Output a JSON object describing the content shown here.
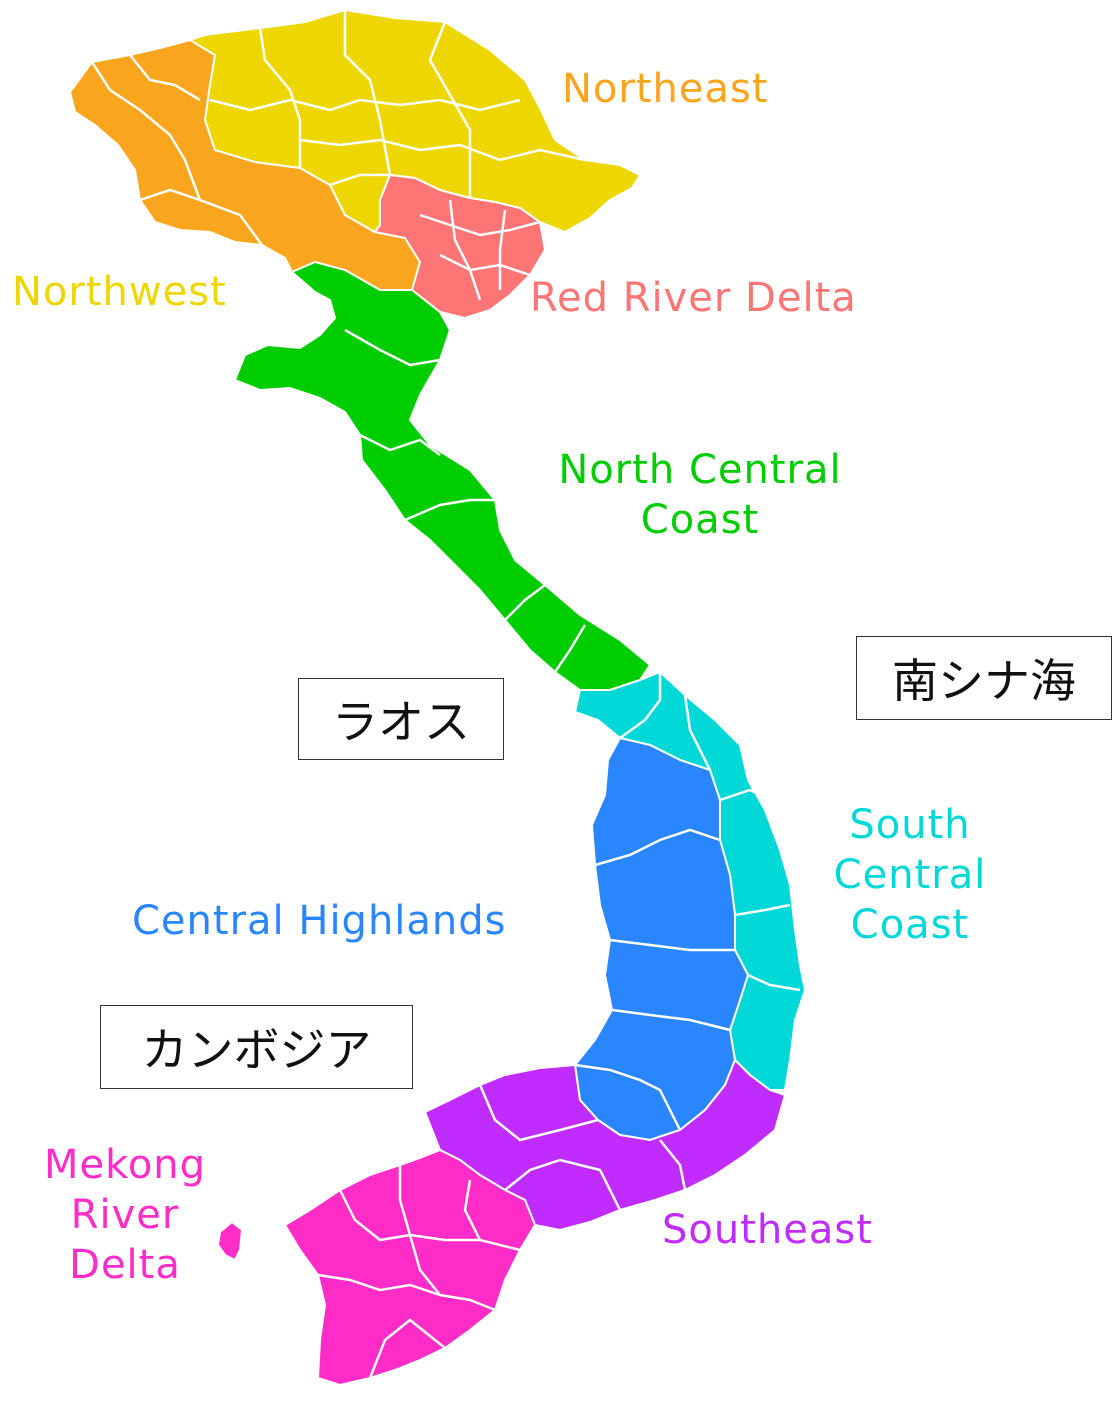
{
  "regions": [
    {
      "id": "northeast",
      "label": "Northeast",
      "color": "#f9a51e"
    },
    {
      "id": "northwest",
      "label": "Northwest",
      "color": "#eed600"
    },
    {
      "id": "red-river-delta",
      "label": "Red River Delta",
      "color": "#ff7575"
    },
    {
      "id": "north-central-coast",
      "label": "North Central\nCoast",
      "color": "#00cd00"
    },
    {
      "id": "south-central-coast",
      "label": "South\nCentral\nCoast",
      "color": "#00d8d8"
    },
    {
      "id": "central-highlands",
      "label": "Central Highlands",
      "color": "#2a86ff"
    },
    {
      "id": "southeast",
      "label": "Southeast",
      "color": "#c02cff"
    },
    {
      "id": "mekong-river-delta",
      "label": "Mekong\nRiver\nDelta",
      "color": "#ff2cc8"
    }
  ],
  "countries": {
    "laos": "ラオス",
    "cambodia": "カンボジア",
    "south_china_sea": "南シナ海"
  },
  "border_color": "#ffffff"
}
